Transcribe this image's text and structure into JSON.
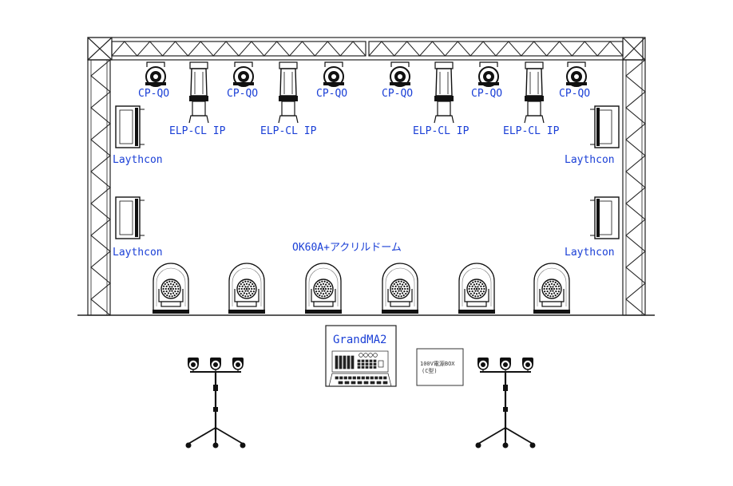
{
  "labels": {
    "cp_qo": "CP-QO",
    "elp": "ELP-CL IP",
    "laythcon": "Laythcon",
    "ok60a": "OK60A+アクリルドーム",
    "grandma": "GrandMA2",
    "power_box_line1": "100V電源BOX",
    "power_box_line2": "(C型)"
  },
  "colors": {
    "label": "#1a3fd6",
    "line": "#222222",
    "fixture": "#111111"
  }
}
